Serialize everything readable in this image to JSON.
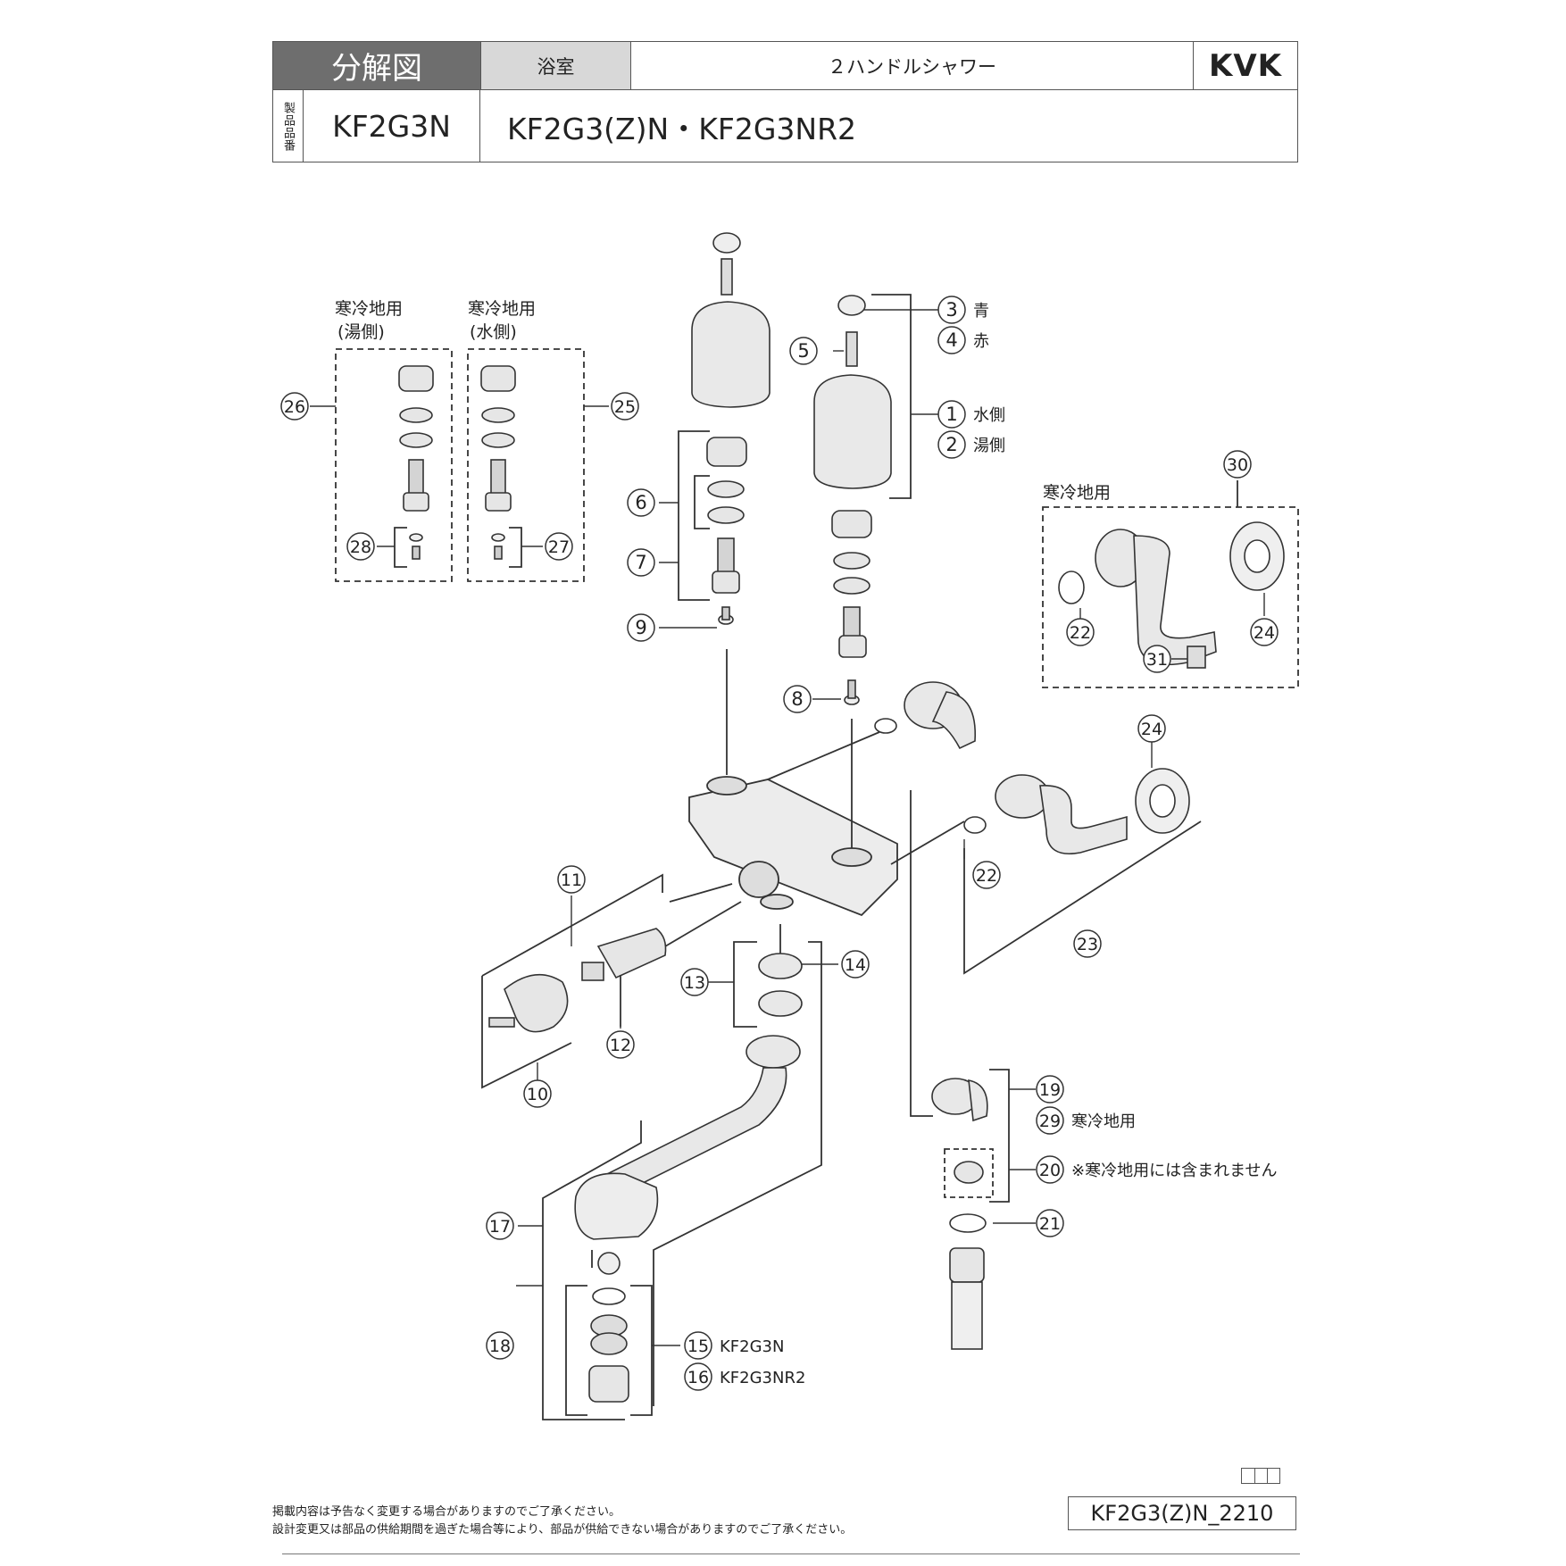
{
  "header": {
    "title": "分解図",
    "room": "浴室",
    "product_name": "２ハンドルシャワー",
    "brand": "KVK",
    "side_label": "製品品番",
    "main_model": "KF2G3N",
    "sub_models": "KF2G3(Z)N・KF2G3NR2"
  },
  "diagram": {
    "group_labels": {
      "cold_hot": "寒冷地用",
      "hot_side_paren": "(湯側)",
      "cold_side_paren": "(水側)",
      "cold_region_right": "寒冷地用"
    },
    "callouts": [
      {
        "num": "1",
        "text": "水側"
      },
      {
        "num": "2",
        "text": "湯側"
      },
      {
        "num": "3",
        "text": "青"
      },
      {
        "num": "4",
        "text": "赤"
      },
      {
        "num": "5",
        "text": ""
      },
      {
        "num": "6",
        "text": ""
      },
      {
        "num": "7",
        "text": ""
      },
      {
        "num": "8",
        "text": ""
      },
      {
        "num": "9",
        "text": ""
      },
      {
        "num": "10",
        "text": ""
      },
      {
        "num": "11",
        "text": ""
      },
      {
        "num": "12",
        "text": ""
      },
      {
        "num": "13",
        "text": ""
      },
      {
        "num": "14",
        "text": ""
      },
      {
        "num": "15",
        "text": "KF2G3N"
      },
      {
        "num": "16",
        "text": "KF2G3NR2"
      },
      {
        "num": "17",
        "text": ""
      },
      {
        "num": "18",
        "text": ""
      },
      {
        "num": "19",
        "text": ""
      },
      {
        "num": "20",
        "text": "※寒冷地用には含まれません"
      },
      {
        "num": "21",
        "text": ""
      },
      {
        "num": "22",
        "text": ""
      },
      {
        "num": "23",
        "text": ""
      },
      {
        "num": "24",
        "text": ""
      },
      {
        "num": "25",
        "text": ""
      },
      {
        "num": "26",
        "text": ""
      },
      {
        "num": "27",
        "text": ""
      },
      {
        "num": "28",
        "text": ""
      },
      {
        "num": "29",
        "text": "寒冷地用"
      },
      {
        "num": "30",
        "text": ""
      },
      {
        "num": "31",
        "text": ""
      }
    ]
  },
  "footer": {
    "note1": "掲載内容は予告なく変更する場合がありますのでご了承ください。",
    "note2": "設計変更又は部品の供給期間を過ぎた場合等により、部品が供給できない場合がありますのでご了承ください。",
    "doc_code": "KF2G3(Z)N_2210"
  }
}
